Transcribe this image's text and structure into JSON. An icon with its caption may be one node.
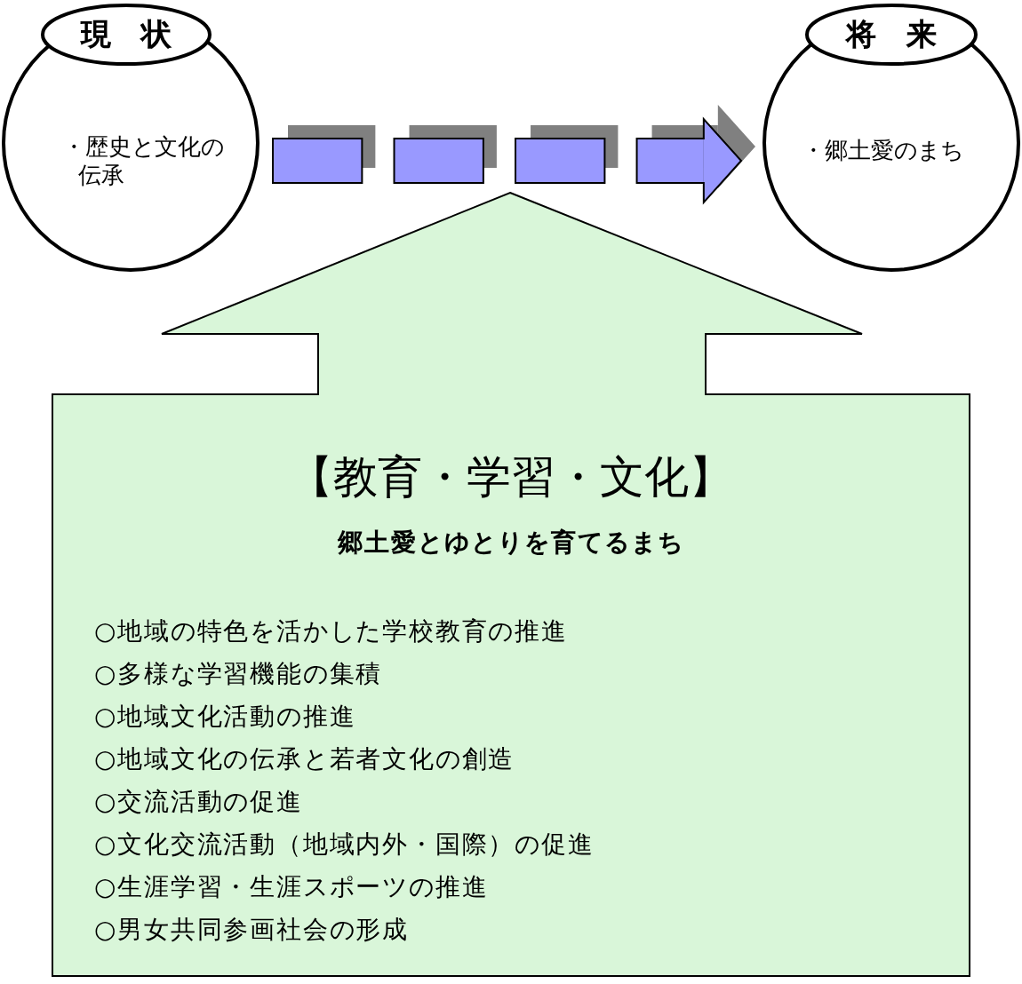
{
  "diagram": {
    "nodes": [
      {
        "text": [
          "現　状"
        ]
      },
      {
        "text": [
          "・歴史と文化の伝承"
        ]
      },
      {
        "text": [
          "将　来"
        ]
      },
      {
        "text": [
          "・郷土愛のまち"
        ]
      },
      {
        "text": [
          "【教育・学習・文化】",
          "郷土愛とゆとりを育てるまち",
          "○地域の特色を活かした学校教育の推進",
          "○多様な学習機能の集積",
          "○地域文化活動の推進",
          "○地域文化の伝承と若者文化の創造",
          "○交流活動の促進",
          "○文化交流活動（地域内外・国際）の促進",
          "○生涯学習・生涯スポーツの推進",
          "○男女共同参画社会の形成"
        ]
      }
    ],
    "edges": [
      {
        "from": 1,
        "to": 3,
        "arrow": "to"
      }
    ]
  }
}
